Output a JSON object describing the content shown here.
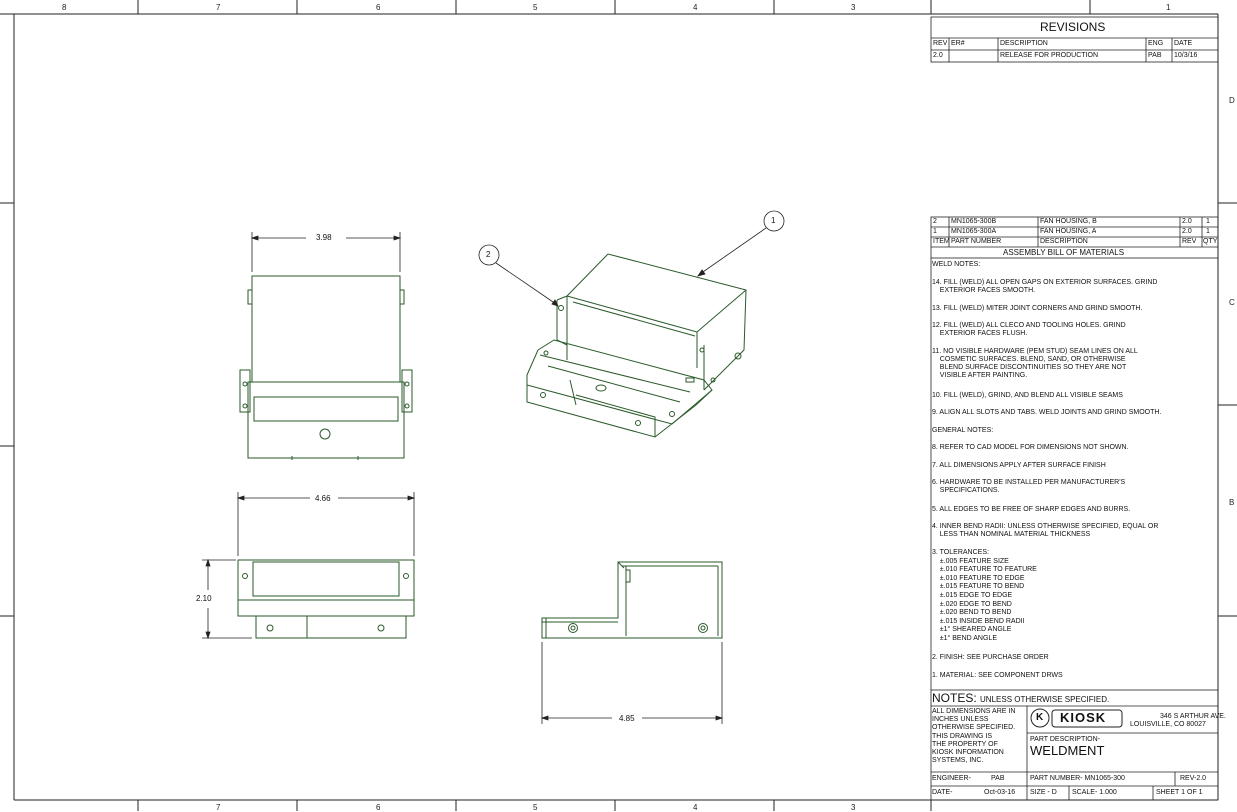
{
  "zones_top": [
    "8",
    "7",
    "6",
    "5",
    "4",
    "3",
    "",
    "1"
  ],
  "zones_bottom": [
    "7",
    "6",
    "5",
    "4",
    "3"
  ],
  "zones_right": [
    "D",
    "C",
    "B"
  ],
  "dims": {
    "top_width": "3.98",
    "front_width": "4.66",
    "front_height": "2.10",
    "side_width": "4.85"
  },
  "balloons": [
    "1",
    "2"
  ],
  "revisions": {
    "title": "REVISIONS",
    "headers": [
      "REV",
      "ER#",
      "DESCRIPTION",
      "ENG",
      "DATE"
    ],
    "rows": [
      [
        "2.0",
        "",
        "RELEASE FOR PRODUCTION",
        "PAB",
        "10/3/16"
      ]
    ]
  },
  "bom": {
    "rows": [
      [
        "2",
        "MN1065-300B",
        "FAN HOUSING, B",
        "2.0",
        "1"
      ],
      [
        "1",
        "MN1065-300A",
        "FAN HOUSING, A",
        "2.0",
        "1"
      ]
    ],
    "headers": [
      "ITEM",
      "PART NUMBER",
      "DESCRIPTION",
      "REV",
      "QTY"
    ],
    "title": "ASSEMBLY BILL OF MATERIALS"
  },
  "notes": {
    "weld_heading": "WELD NOTES:",
    "n14": "14. FILL (WELD) ALL OPEN GAPS ON EXTERIOR SURFACES. GRIND\n    EXTERIOR FACES SMOOTH.",
    "n13": "13. FILL (WELD) MITER JOINT CORNERS AND GRIND SMOOTH.",
    "n12": "12. FILL (WELD) ALL CLECO AND TOOLING HOLES. GRIND\n    EXTERIOR FACES FLUSH.",
    "n11": "11. NO VISIBLE HARDWARE (PEM STUD) SEAM LINES ON ALL\n    COSMETIC SURFACES. BLEND, SAND, OR OTHERWISE\n    BLEND SURFACE DISCONTINUITIES SO THEY ARE NOT\n    VISIBLE AFTER PAINTING.",
    "n10": "10. FILL (WELD), GRIND, AND BLEND ALL VISIBLE SEAMS",
    "n9": "9. ALIGN ALL SLOTS AND TABS. WELD JOINTS AND GRIND SMOOTH.",
    "general_heading": "GENERAL NOTES:",
    "n8": "8. REFER TO CAD MODEL FOR DIMENSIONS NOT SHOWN.",
    "n7": "7. ALL DIMENSIONS APPLY AFTER SURFACE FINISH",
    "n6": "6. HARDWARE TO BE INSTALLED PER MANUFACTURER'S\n    SPECIFICATIONS.",
    "n5": "5. ALL EDGES TO BE FREE OF SHARP EDGES AND BURRS.",
    "n4": "4. INNER BEND RADII: UNLESS OTHERWISE SPECIFIED, EQUAL OR\n    LESS THAN NOMINAL MATERIAL THICKNESS",
    "n3": "3. TOLERANCES:\n    ±.005 FEATURE SIZE\n    ±.010 FEATURE TO FEATURE\n    ±.010 FEATURE TO EDGE\n    ±.015 FEATURE TO BEND\n    ±.015 EDGE TO EDGE\n    ±.020 EDGE TO BEND\n    ±.020 BEND TO BEND\n    ±.015 INSIDE BEND RADII\n    ±1° SHEARED ANGLE\n    ±1° BEND ANGLE",
    "n2": "2. FINISH: SEE PURCHASE ORDER",
    "n1": "1. MATERIAL: SEE COMPONENT DRWS"
  },
  "title_block": {
    "notes_big": "NOTES:",
    "notes_small": "UNLESS OTHERWISE SPECIFIED.",
    "left_text": "ALL DIMENSIONS ARE IN\nINCHES UNLESS\nOTHERWISE SPECIFIED.\nTHIS DRAWING IS\nTHE PROPERTY OF\nKIOSK INFORMATION\nSYSTEMS, INC.",
    "logo_letter": "K",
    "logo_word": "KIOSK",
    "address1": "346 S ARTHUR AVE.",
    "address2": "LOUISVILLE, CO 80027",
    "part_desc_label": "PART DESCRIPTION-",
    "part_desc": "WELDMENT",
    "engineer_label": "ENGINEER-",
    "engineer": "PAB",
    "part_number": "PART NUMBER- MN1065-300",
    "rev": "REV-2.0",
    "date_label": "DATE-",
    "date": "Oct-03-16",
    "size": "SIZE - D",
    "scale": "SCALE- 1.000",
    "sheet": "SHEET 1 OF 1"
  }
}
